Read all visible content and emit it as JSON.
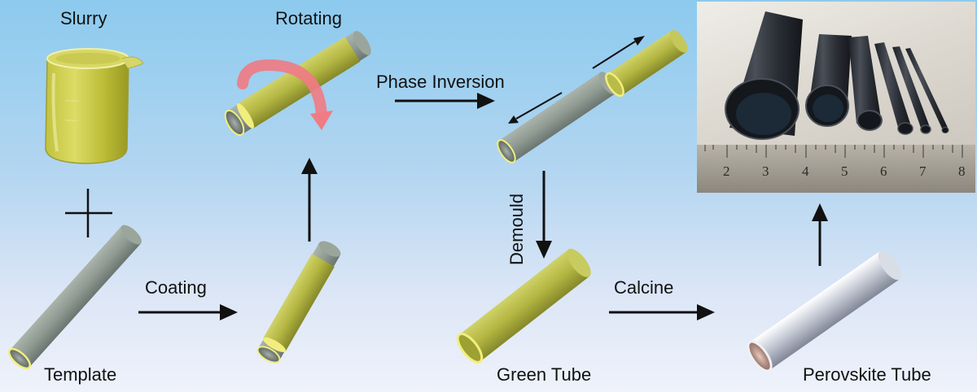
{
  "labels": {
    "slurry": "Slurry",
    "rotating": "Rotating",
    "phase_inversion": "Phase Inversion",
    "demould": "Demould",
    "coating": "Coating",
    "calcine": "Calcine",
    "template": "Template",
    "green_tube": "Green Tube",
    "perovskite_tube": "Perovskite Tube"
  },
  "photo": {
    "ruler_numbers": [
      "2",
      "3",
      "4",
      "5",
      "6",
      "7",
      "8"
    ]
  },
  "colors": {
    "background_top": "#8ccaee",
    "background_bottom": "#eff2fb",
    "template_tube": "#8f9a92",
    "coated_tube": "#b3b641",
    "coating_rim": "#f1ee7e",
    "rotation_arrow": "#ef7c84",
    "perovskite_tube": "#c6cbd6",
    "arrow": "#111111"
  }
}
